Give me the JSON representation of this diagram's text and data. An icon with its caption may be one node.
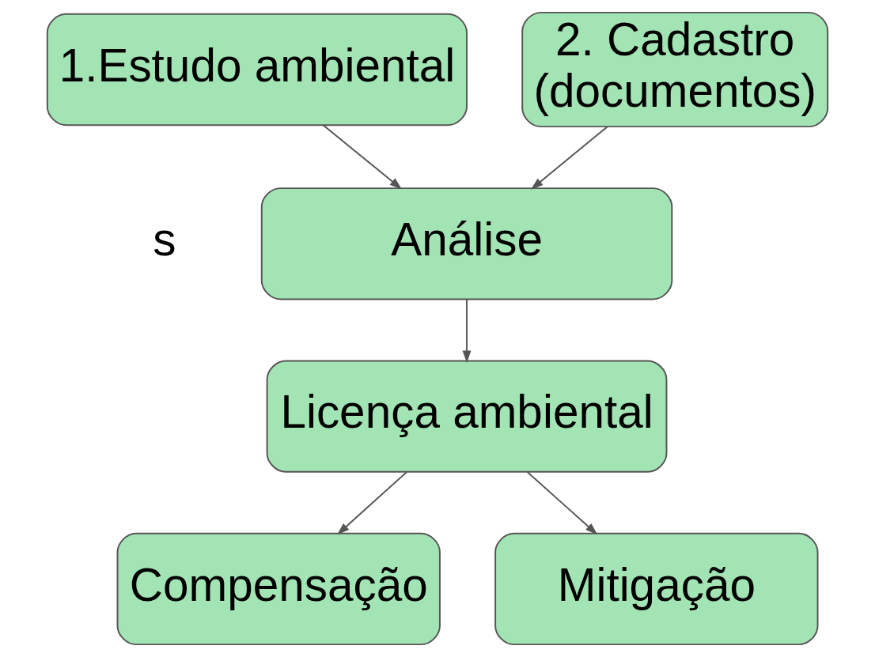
{
  "diagram": {
    "nodes": [
      {
        "text": [
          "1.Estudo ambiental"
        ]
      },
      {
        "text": [
          "2. Cadastro (documentos)"
        ]
      },
      {
        "text": [
          "Análise"
        ]
      },
      {
        "text": [
          "Licença ambiental"
        ]
      },
      {
        "text": [
          "Compensação"
        ]
      },
      {
        "text": [
          "Mitigação"
        ]
      }
    ],
    "edges": [
      {
        "from": 0,
        "to": 2,
        "arrow": "to"
      },
      {
        "from": 1,
        "to": 2,
        "arrow": "to"
      },
      {
        "from": 2,
        "to": 3,
        "arrow": "to"
      },
      {
        "from": 3,
        "to": 4,
        "arrow": "to"
      },
      {
        "from": 3,
        "to": 5,
        "arrow": "to"
      }
    ],
    "labels": [
      "s"
    ]
  }
}
